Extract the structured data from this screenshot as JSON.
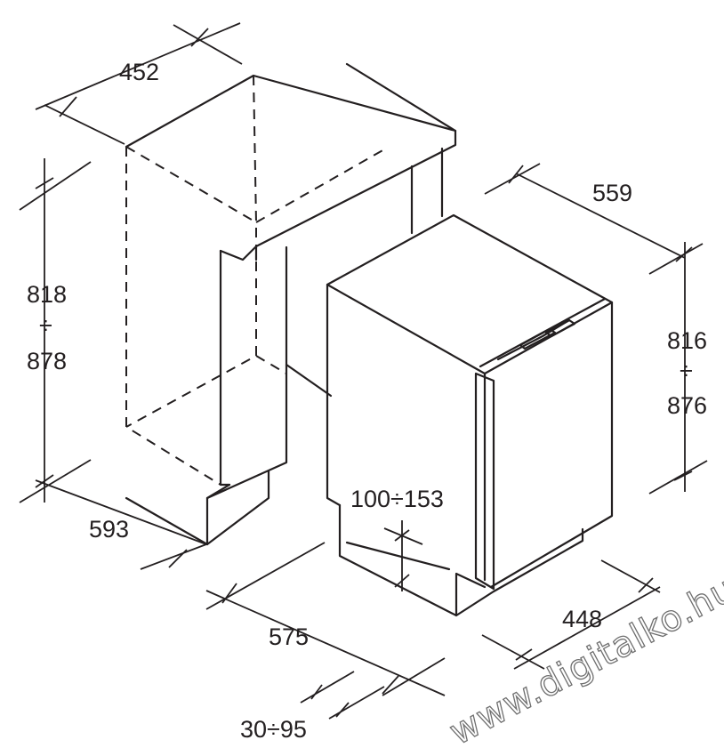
{
  "dimensions": {
    "niche_width": "452",
    "niche_height_min": "818",
    "niche_height_sep": "÷",
    "niche_height_max": "878",
    "niche_depth": "593",
    "appliance_top_depth": "559",
    "appliance_height_min": "816",
    "appliance_height_sep": "÷",
    "appliance_height_max": "876",
    "plinth_height": "100÷153",
    "appliance_depth": "575",
    "appliance_width": "448",
    "plinth_offset": "30÷95"
  },
  "watermark": "www.digitalko.hu"
}
